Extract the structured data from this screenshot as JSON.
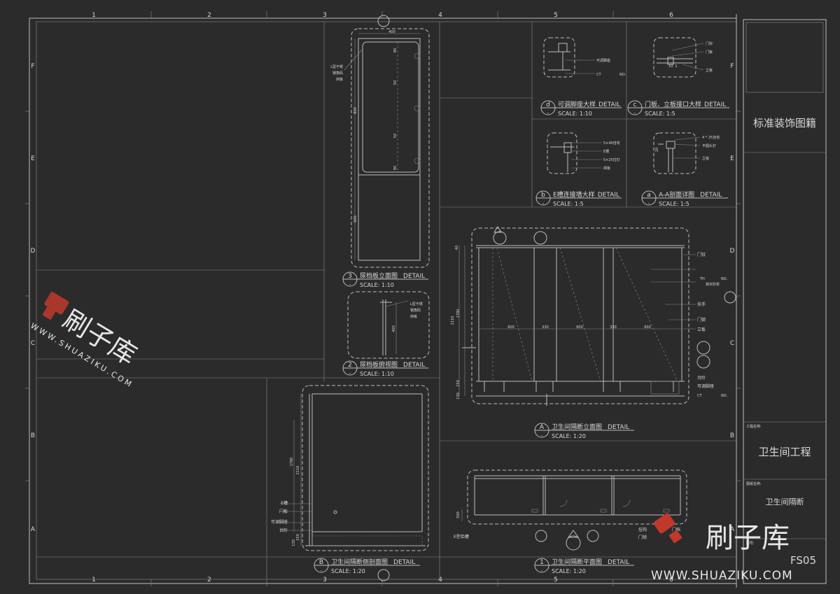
{
  "border": {
    "columns": [
      "1",
      "2",
      "3",
      "4",
      "5",
      "6"
    ],
    "rows": [
      "F",
      "E",
      "D",
      "C",
      "B",
      "A"
    ]
  },
  "titleblock": {
    "company": "标准装饰图籍",
    "project_label": "工程名称:",
    "project": "卫生间工程",
    "drawing_label": "图纸名称:",
    "drawing": "卫生间隔断",
    "number_label": "图号:",
    "number": "FS05"
  },
  "details": {
    "d3": {
      "num": "3",
      "title": "尿档板立面图",
      "suffix": "DETAIL",
      "scale": "SCALE: 1:10"
    },
    "d2": {
      "num": "2",
      "title": "尿档板俯视图",
      "suffix": "DETAIL",
      "scale": "SCALE: 1:10"
    },
    "dB": {
      "num": "B",
      "title": "卫生间隔断侧剖面图",
      "suffix": "DETAIL",
      "scale": "SCALE: 1:20"
    },
    "dA": {
      "num": "A",
      "title": "卫生间隔断立面图",
      "suffix": "DETAIL",
      "scale": "SCALE: 1:20"
    },
    "d1": {
      "num": "1",
      "title": "卫生间隔断平面图",
      "suffix": "DETAIL",
      "scale": "SCALE: 1:20"
    },
    "dd": {
      "num": "d",
      "title": "可调脚座大样",
      "suffix": "DETAIL",
      "scale": "SCALE: 1:10"
    },
    "dc": {
      "num": "c",
      "title": "门板、立板接口大样",
      "suffix": "DETAIL",
      "scale": "SCALE: 1:5"
    },
    "db": {
      "num": "b",
      "title": "E槽连接墙大样",
      "suffix": "DETAIL",
      "scale": "SCALE: 1:5"
    },
    "da": {
      "num": "a",
      "title": "A-A剖面详图",
      "suffix": "DETAIL",
      "scale": "SCALE: 1:5"
    },
    "dash": "-"
  },
  "annotations": {
    "urinal_side": [
      "L型不锈",
      "钢角码",
      "挡板"
    ],
    "urinal_dim_top": "400",
    "urinal_dim_h1": "800",
    "urinal_dim_h2": "600",
    "urinal_dim_small": "90",
    "urinal_dim_mid": "50",
    "plan_dim": "400",
    "elev_labels": [
      "门铰",
      "扶手",
      "门锁",
      "立板",
      "台阶",
      "可调脚座"
    ],
    "elev_dims": [
      "600",
      "330",
      "600",
      "330",
      "600"
    ],
    "elev_heights": [
      "40",
      "2110",
      "1780",
      "150",
      "130"
    ],
    "elev_ref": "TH",
    "elev_no": "NO.",
    "elev_material": "抹灰砂浆",
    "elev_ct": "CT",
    "side_labels": [
      "E槽",
      "闩板",
      "可调脚座",
      "台阶"
    ],
    "side_heights": [
      "2110",
      "1780",
      "150",
      "130"
    ],
    "plan_labels": [
      "挂钩",
      "门锁",
      "门档",
      "扶手"
    ],
    "plan_dims": [
      "500"
    ],
    "plan_e": "E型铝槽",
    "det_d": [
      "可调脚座"
    ],
    "det_d_ct": "CT",
    "det_d_no": "NO.",
    "det_c": [
      "门铰",
      "门板",
      "立板"
    ],
    "det_c_dims": [
      "10",
      "1"
    ],
    "det_b": [
      "5×40自攻",
      "E槽",
      "5×25拉钉",
      "闸板"
    ],
    "det_a": [
      "4 * 25自攻",
      "平圆头钉",
      "立板"
    ],
    "det_a_dim": "20"
  },
  "watermark": {
    "brand": "刷子库",
    "url": "WWW.SHUAZIKU.COM",
    "url2": "WWW.SHUAZIKU.COM"
  },
  "colors": {
    "background": "#2b2b2b",
    "line": "#bdbdbd",
    "text": "#d8d8d8",
    "logo_red": "#c0392b"
  }
}
